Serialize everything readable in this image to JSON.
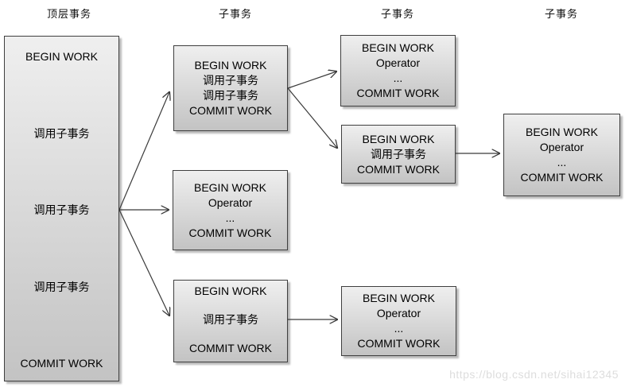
{
  "column_headers": [
    {
      "label": "顶层事务"
    },
    {
      "label": "子事务"
    },
    {
      "label": "子事务"
    },
    {
      "label": "子事务"
    }
  ],
  "top_transaction": {
    "lines": [
      "BEGIN WORK",
      "调用子事务",
      "调用子事务",
      "调用子事务",
      "COMMIT WORK"
    ]
  },
  "sub_boxes": {
    "m1": {
      "lines": [
        "BEGIN WORK",
        "调用子事务",
        "调用子事务",
        "COMMIT WORK"
      ]
    },
    "m2": {
      "lines": [
        "BEGIN WORK",
        "Operator",
        "...",
        "COMMIT WORK"
      ]
    },
    "m3": {
      "lines": [
        "BEGIN WORK",
        "调用子事务",
        "COMMIT WORK"
      ]
    },
    "t1": {
      "lines": [
        "BEGIN WORK",
        "Operator",
        "...",
        "COMMIT WORK"
      ]
    },
    "t2": {
      "lines": [
        "BEGIN WORK",
        "调用子事务",
        "COMMIT WORK"
      ]
    },
    "t3": {
      "lines": [
        "BEGIN WORK",
        "Operator",
        "...",
        "COMMIT WORK"
      ]
    },
    "q1": {
      "lines": [
        "BEGIN WORK",
        "Operator",
        "...",
        "COMMIT WORK"
      ]
    }
  },
  "watermark": "https://blog.csdn.net/sihai12345",
  "colors": {
    "box_gradient_top": "#efefef",
    "box_gradient_bottom": "#c3c3c3",
    "box_border": "#3f3f3f",
    "arrow": "#3a3a3a",
    "watermark": "#dddddd"
  }
}
